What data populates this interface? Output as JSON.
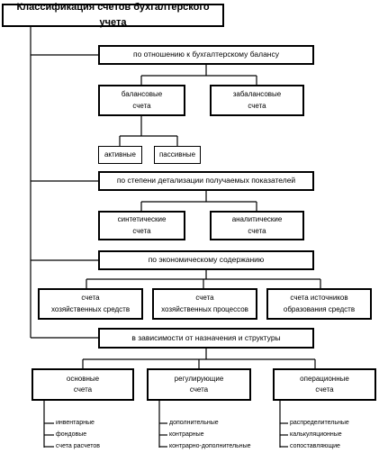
{
  "title": "Классификация счетов бухгалтерского учета",
  "groups": {
    "balance": {
      "label": "по отношению к бухгалтерскому балансу",
      "balance_accounts": [
        "балансовые",
        "счета"
      ],
      "offbalance_accounts": [
        "забалансовые",
        "счета"
      ],
      "active": "активные",
      "passive": "пассивные"
    },
    "detail": {
      "label": "по степени детализации получаемых показателей",
      "synthetic": [
        "синтетические",
        "счета"
      ],
      "analytic": [
        "аналитические",
        "счета"
      ]
    },
    "economic": {
      "label": "по экономическому содержанию",
      "household_assets": [
        "счета",
        "хозяйственных средств"
      ],
      "household_processes": [
        "счета",
        "хозяйственных процессов"
      ],
      "sources": [
        "счета источников",
        "образования средств"
      ]
    },
    "purpose": {
      "label": "в зависимости от назначения и структуры",
      "main": {
        "title": [
          "основные",
          "счета"
        ],
        "items": [
          "инвентарные",
          "фондовые",
          "счета расчетов"
        ]
      },
      "regulating": {
        "title": [
          "регулирующие",
          "счета"
        ],
        "items": [
          "дополнительные",
          "контрарные",
          "контрарно-дополнительные"
        ]
      },
      "operational": {
        "title": [
          "операционные",
          "счета"
        ],
        "items": [
          "распределительные",
          "калькуляционные",
          "сопоставляющие"
        ]
      }
    }
  }
}
